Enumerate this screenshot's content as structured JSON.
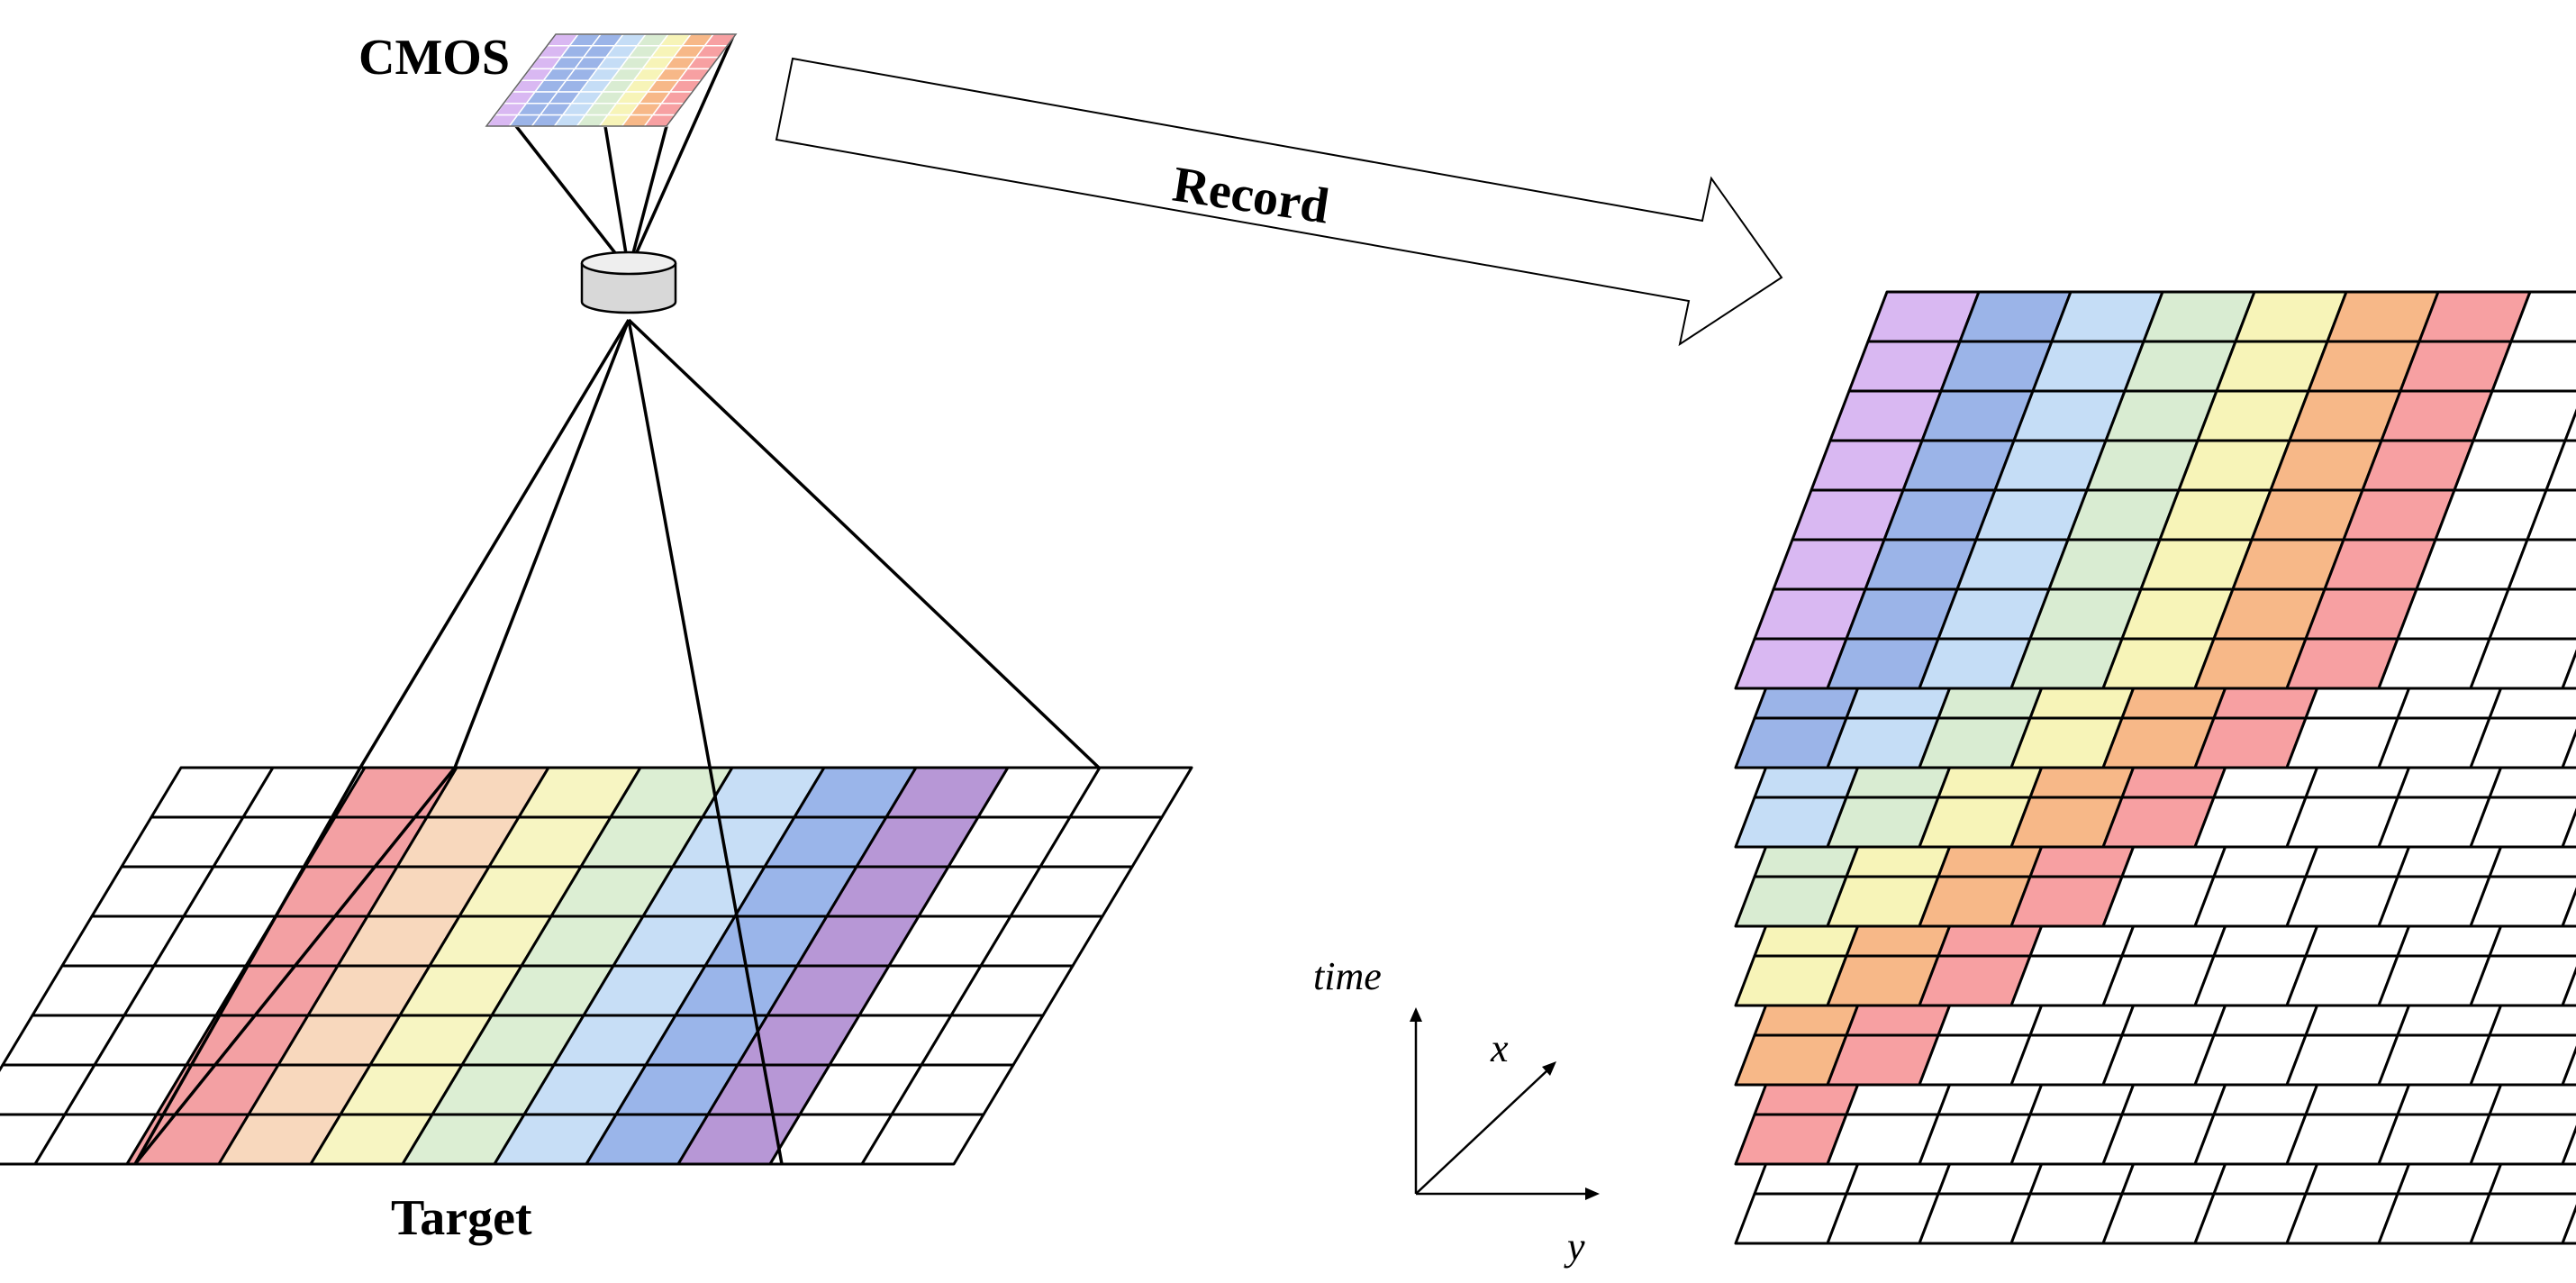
{
  "labels": {
    "cmos": "CMOS",
    "record": "Record",
    "target": "Target",
    "axis_time": "time",
    "axis_x": "x",
    "axis_y": "y"
  },
  "rainbow_colors": [
    "#d9b8f2",
    "#9bb4e8",
    "#c5ddf6",
    "#d9ecd2",
    "#f7f4b8",
    "#f7b888",
    "#f7a0a2"
  ],
  "target_colors": [
    "#f3a0a3",
    "#f8d8bd",
    "#f7f5c2",
    "#dceed3",
    "#c7def6",
    "#9ab5ea",
    "#b797d6"
  ],
  "stack": {
    "layers": 8
  }
}
